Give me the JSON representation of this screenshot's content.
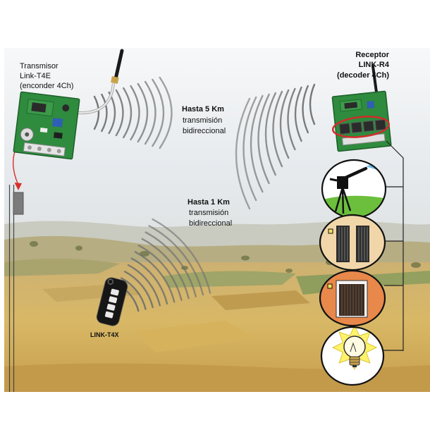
{
  "transmitter": {
    "title": "Transmisor",
    "model": "Link-T4E",
    "description": "(enconder 4Ch)"
  },
  "receiver": {
    "title": "Receptor",
    "model": "LINK-R4",
    "description": "(decoder 4Ch)"
  },
  "long_range": {
    "distance": "Hasta 5 Km",
    "line1": "transmisión",
    "line2": "bidireccional"
  },
  "short_range": {
    "distance": "Hasta 1 Km",
    "line1": "transmisión",
    "line2": "bidireccional"
  },
  "remote": {
    "model": "LINK-T4X"
  },
  "devices": [
    {
      "icon": "sprinkler-icon"
    },
    {
      "icon": "gate-icon"
    },
    {
      "icon": "garage-door-icon"
    },
    {
      "icon": "light-bulb-icon"
    }
  ],
  "colors": {
    "board_green": "#2f8b3e",
    "highlight_ring": "#d22b2b",
    "arrow": "#d8302a",
    "water": "#5ab4e8",
    "signal_waves": "#6f6f6f"
  }
}
